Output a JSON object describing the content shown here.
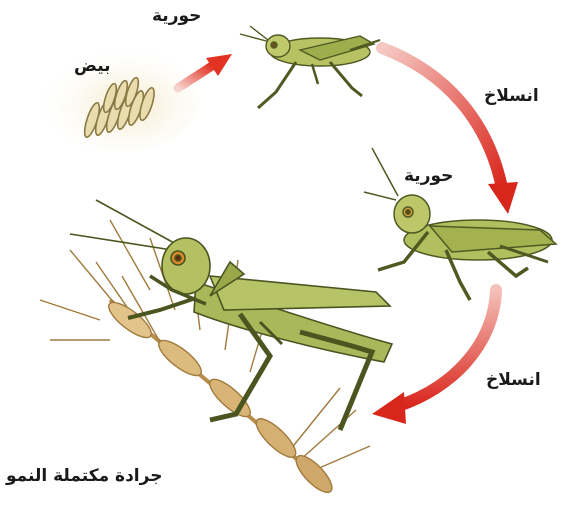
{
  "labels": {
    "egg": "بيض",
    "nymph_1": "حورية",
    "molt_1": "انسلاخ",
    "nymph_2": "حورية",
    "molt_2": "انسلاخ",
    "adult": "جرادة مكتملة النمو"
  },
  "colors": {
    "arrow_red": "#d9261c",
    "arrow_pink": "#f2b6b0",
    "insect_green": "#a9b85a",
    "insect_dark": "#5f6a2a",
    "wheat": "#d8b77a",
    "egg_glow": "#f5edd2"
  }
}
